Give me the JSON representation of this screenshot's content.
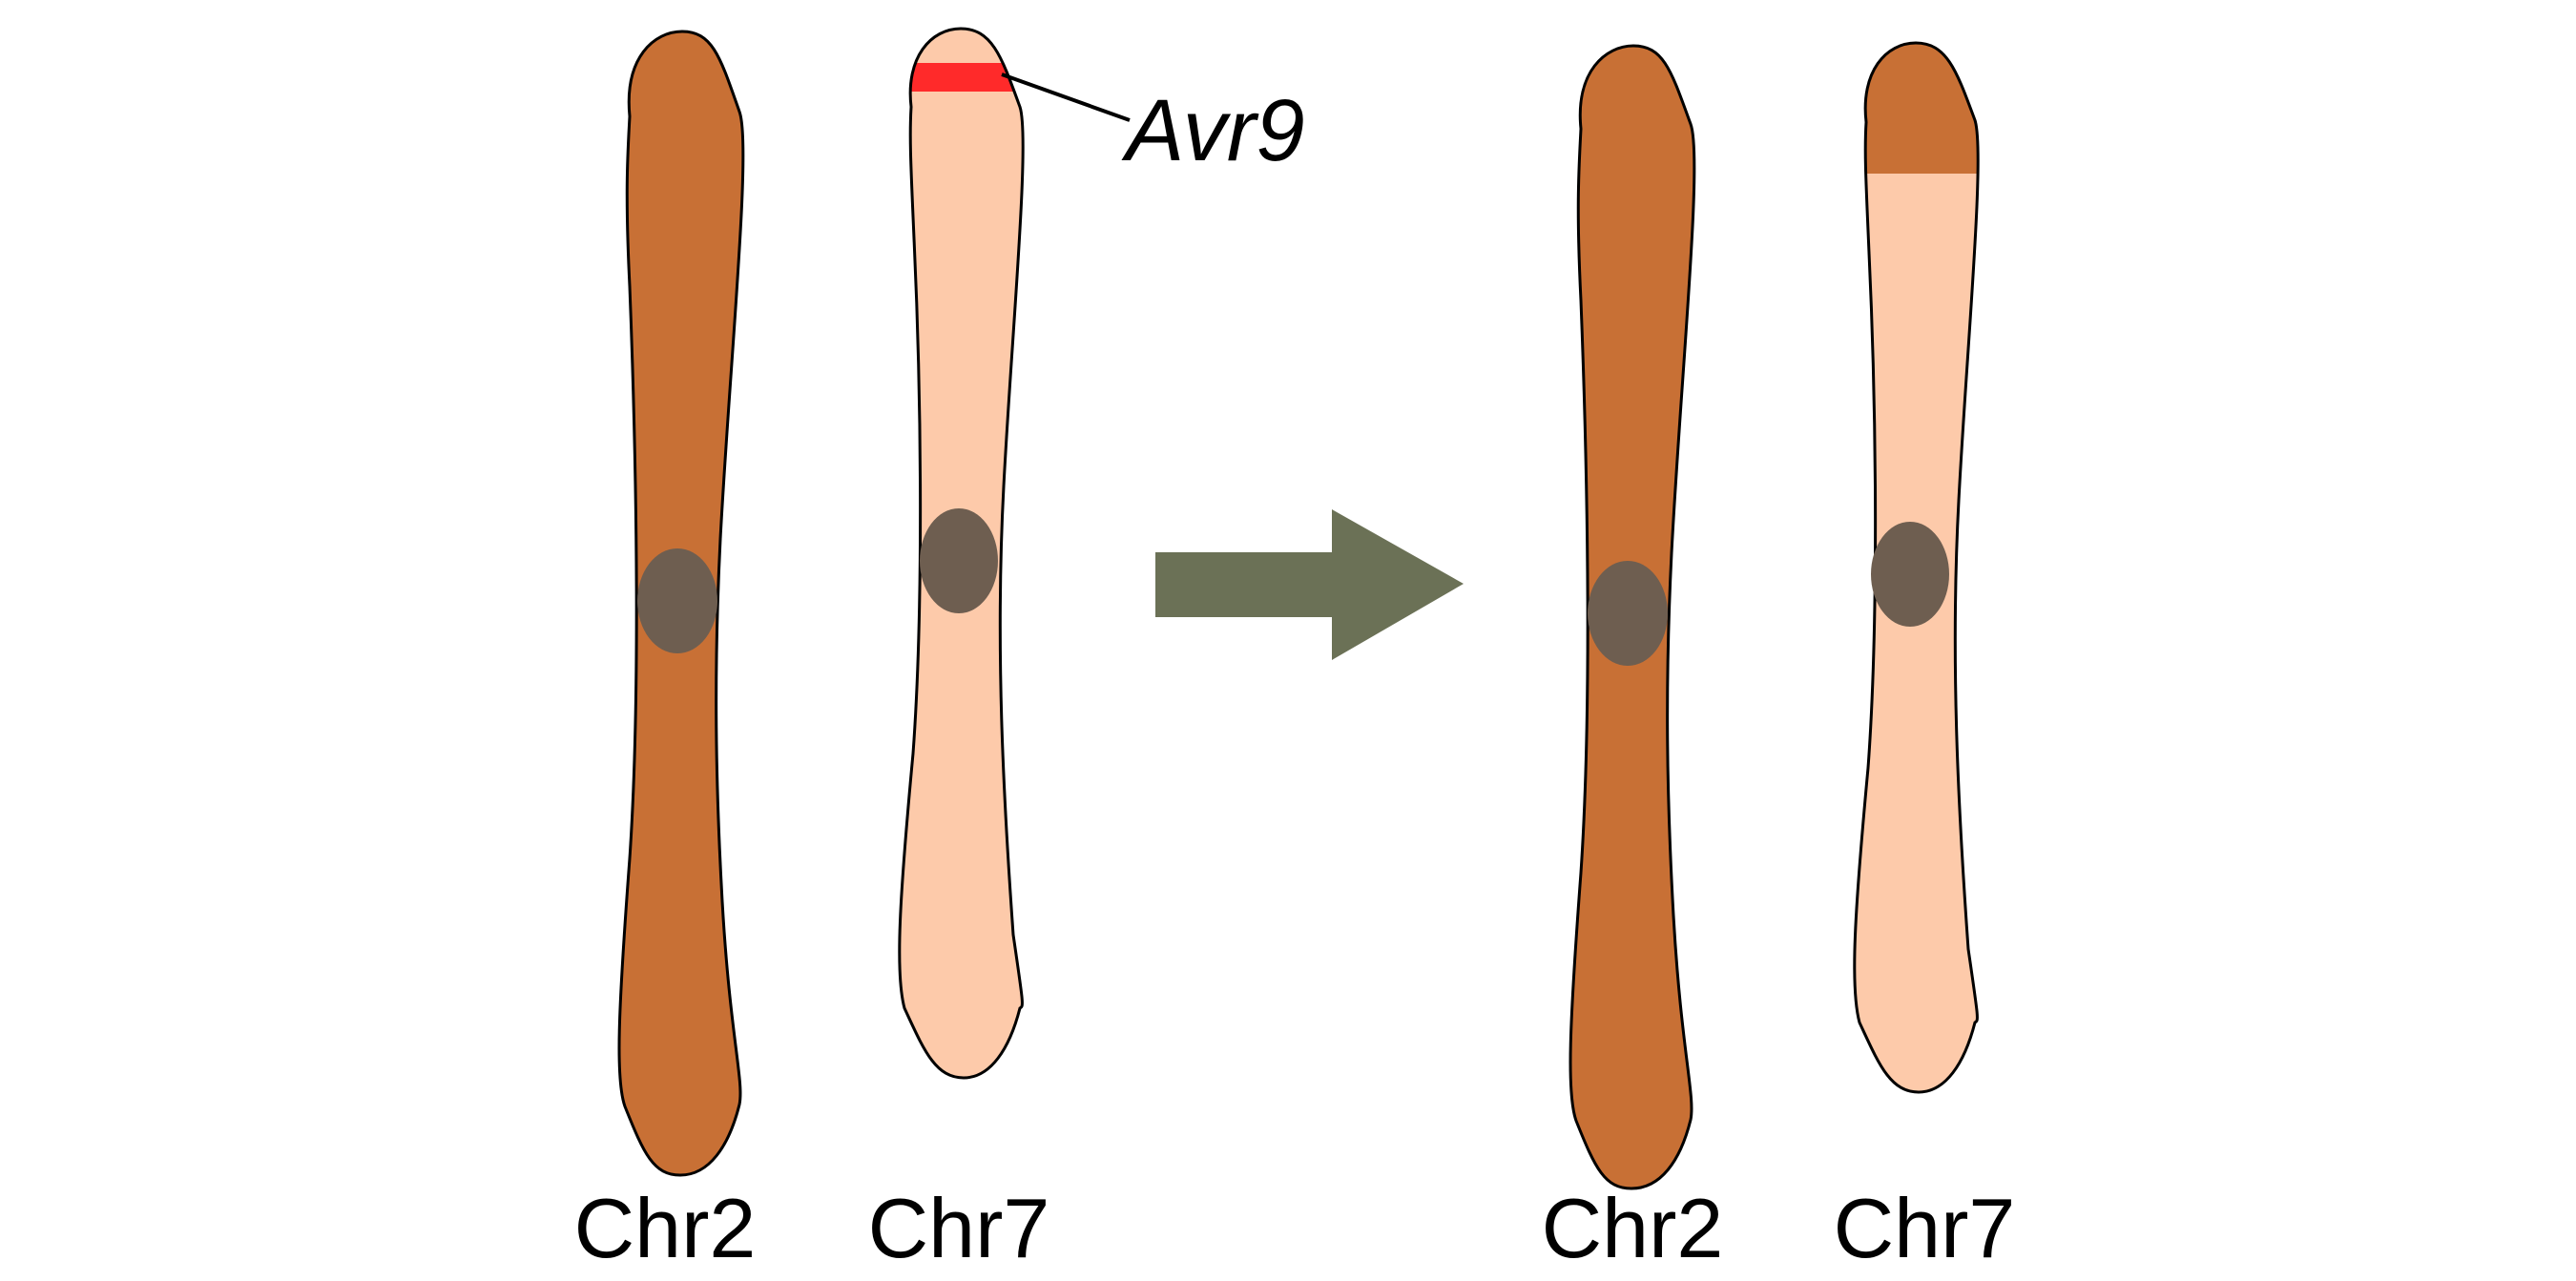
{
  "colors": {
    "chr2": "#c87035",
    "chr7": "#fdcaaa",
    "centromere": "#6e5e50",
    "avr9_band": "#ff2a2a",
    "arrow": "#6b7156",
    "outline": "#000000"
  },
  "gene_label": "Avr9",
  "before": {
    "chr2_label": "Chr2",
    "chr7_label": "Chr7"
  },
  "after": {
    "chr2_label": "Chr2",
    "chr7_label": "Chr7"
  }
}
